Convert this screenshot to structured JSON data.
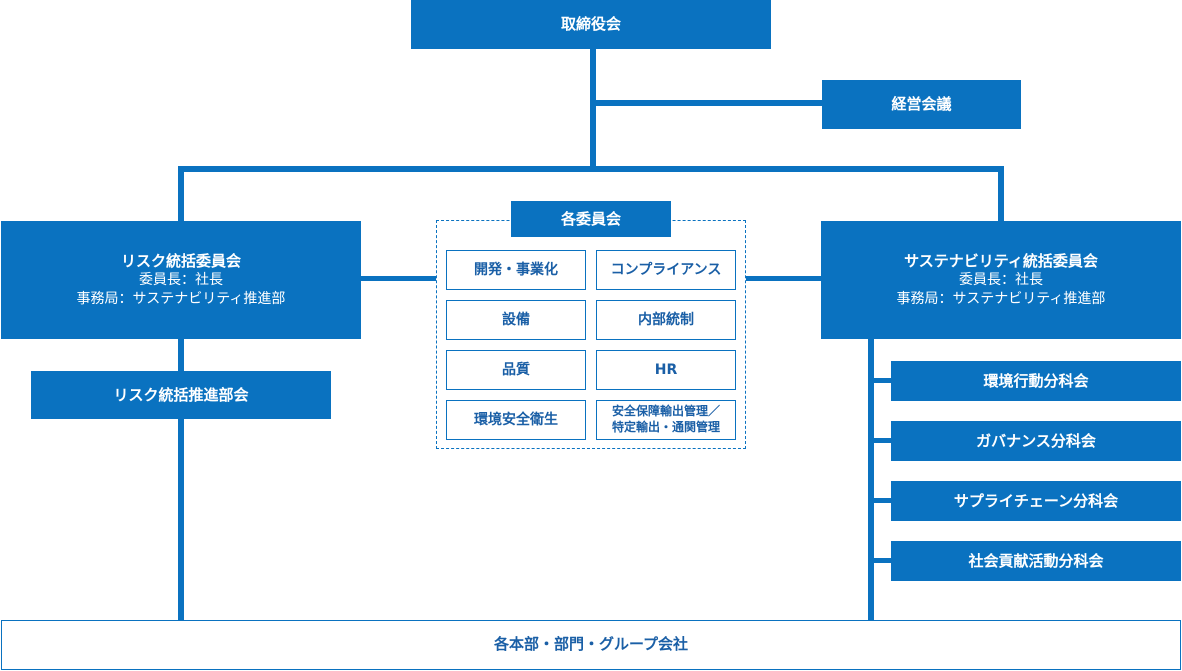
{
  "board": "取締役会",
  "management_meeting": "経営会議",
  "risk_committee": {
    "title": "リスク統括委員会",
    "chair": "委員長：社長",
    "secretariat": "事務局：サステナビリティ推進部"
  },
  "risk_promotion": "リスク統括推進部会",
  "committees": {
    "title": "各委員会",
    "items": [
      "開発・事業化",
      "コンプライアンス",
      "設備",
      "内部統制",
      "品質",
      "HR",
      "環境安全衛生"
    ],
    "item_last_line1": "安全保障輸出管理／",
    "item_last_line2": "特定輸出・通関管理"
  },
  "sustainability_committee": {
    "title": "サステナビリティ統括委員会",
    "chair": "委員長：社長",
    "secretariat": "事務局：サステナビリティ推進部"
  },
  "subcommittees": [
    "環境行動分科会",
    "ガバナンス分科会",
    "サプライチェーン分科会",
    "社会貢献活動分科会"
  ],
  "bottom": "各本部・部門・グループ会社",
  "colors": {
    "primary": "#0a72c0",
    "text_on_white": "#1a5fa6"
  }
}
